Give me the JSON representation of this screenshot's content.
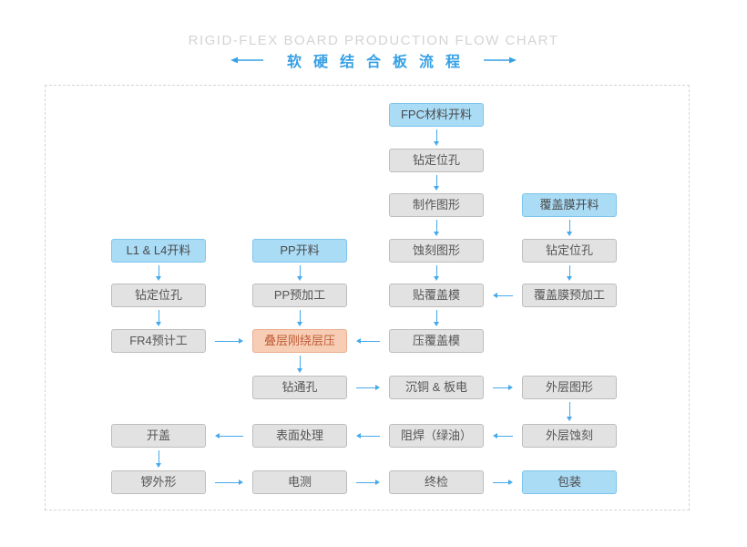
{
  "header": {
    "title_en": "RIGID-FLEX BOARD PRODUCTION FLOW CHART",
    "title_cn": "软硬结合板流程"
  },
  "colors": {
    "accent_blue": "#36a0e4",
    "arrow_blue": "#45a9ec",
    "title_en_gray": "#d4d4d4",
    "node_blue_bg": "#aadcf6",
    "node_blue_border": "#7ec5ee",
    "node_gray_bg": "#e2e2e2",
    "node_gray_border": "#bdbdbd",
    "node_orange_bg": "#f7ceb5",
    "node_orange_border": "#e9ae8e",
    "node_orange_text": "#c05c39",
    "frame_dashed": "#d4d4d4"
  },
  "flowchart": {
    "type": "flowchart",
    "nodes": [
      {
        "id": "fpc-cut",
        "label": "FPC材料开料",
        "col": 2,
        "row": 0,
        "style": "start"
      },
      {
        "id": "drill-pilot-center",
        "label": "钻定位孔",
        "col": 2,
        "row": 1,
        "style": "process"
      },
      {
        "id": "make-pattern",
        "label": "制作图形",
        "col": 2,
        "row": 2,
        "style": "process"
      },
      {
        "id": "coverlay-cut",
        "label": "覆盖膜开料",
        "col": 3,
        "row": 2,
        "style": "start"
      },
      {
        "id": "etch-pattern",
        "label": "蚀刻图形",
        "col": 2,
        "row": 3,
        "style": "process"
      },
      {
        "id": "drill-pilot-right",
        "label": "钻定位孔",
        "col": 3,
        "row": 3,
        "style": "process"
      },
      {
        "id": "l1l4-cut",
        "label": "L1 & L4开料",
        "col": 0,
        "row": 3,
        "style": "start"
      },
      {
        "id": "pp-cut",
        "label": "PP开料",
        "col": 1,
        "row": 3,
        "style": "start"
      },
      {
        "id": "drill-pilot-left",
        "label": "钻定位孔",
        "col": 0,
        "row": 4,
        "style": "process"
      },
      {
        "id": "pp-preprocess",
        "label": "PP预加工",
        "col": 1,
        "row": 4,
        "style": "process"
      },
      {
        "id": "apply-coverlay",
        "label": "贴覆盖模",
        "col": 2,
        "row": 4,
        "style": "process"
      },
      {
        "id": "coverlay-preprocess",
        "label": "覆盖膜预加工",
        "col": 3,
        "row": 4,
        "style": "process"
      },
      {
        "id": "fr4-preprocess",
        "label": "FR4预计工",
        "col": 0,
        "row": 5,
        "style": "process"
      },
      {
        "id": "lamination",
        "label": "叠层刚绕层压",
        "col": 1,
        "row": 5,
        "style": "highlight"
      },
      {
        "id": "press-coverlay",
        "label": "压覆盖模",
        "col": 2,
        "row": 5,
        "style": "process"
      },
      {
        "id": "drill-through",
        "label": "钻通孔",
        "col": 1,
        "row": 6,
        "style": "process"
      },
      {
        "id": "copper-plating",
        "label": "沉铜 & 板电",
        "col": 2,
        "row": 6,
        "style": "process"
      },
      {
        "id": "outer-pattern",
        "label": "外层图形",
        "col": 3,
        "row": 6,
        "style": "process"
      },
      {
        "id": "decap",
        "label": "开盖",
        "col": 0,
        "row": 7,
        "style": "process"
      },
      {
        "id": "surface-finish",
        "label": "表面处理",
        "col": 1,
        "row": 7,
        "style": "process"
      },
      {
        "id": "solder-mask",
        "label": "阻焊（绿油）",
        "col": 2,
        "row": 7,
        "style": "process"
      },
      {
        "id": "outer-etch",
        "label": "外层蚀刻",
        "col": 3,
        "row": 7,
        "style": "process"
      },
      {
        "id": "routing",
        "label": "锣外形",
        "col": 0,
        "row": 8,
        "style": "process"
      },
      {
        "id": "e-test",
        "label": "电测",
        "col": 1,
        "row": 8,
        "style": "process"
      },
      {
        "id": "final-inspection",
        "label": "终检",
        "col": 2,
        "row": 8,
        "style": "process"
      },
      {
        "id": "packing",
        "label": "包装",
        "col": 3,
        "row": 8,
        "style": "start"
      }
    ],
    "edges": [
      {
        "from": "fpc-cut",
        "to": "drill-pilot-center"
      },
      {
        "from": "drill-pilot-center",
        "to": "make-pattern"
      },
      {
        "from": "make-pattern",
        "to": "etch-pattern"
      },
      {
        "from": "coverlay-cut",
        "to": "drill-pilot-right"
      },
      {
        "from": "etch-pattern",
        "to": "apply-coverlay"
      },
      {
        "from": "drill-pilot-right",
        "to": "coverlay-preprocess"
      },
      {
        "from": "l1l4-cut",
        "to": "drill-pilot-left"
      },
      {
        "from": "pp-cut",
        "to": "pp-preprocess"
      },
      {
        "from": "coverlay-preprocess",
        "to": "apply-coverlay"
      },
      {
        "from": "drill-pilot-left",
        "to": "fr4-preprocess"
      },
      {
        "from": "pp-preprocess",
        "to": "lamination"
      },
      {
        "from": "apply-coverlay",
        "to": "press-coverlay"
      },
      {
        "from": "fr4-preprocess",
        "to": "lamination"
      },
      {
        "from": "press-coverlay",
        "to": "lamination"
      },
      {
        "from": "lamination",
        "to": "drill-through"
      },
      {
        "from": "drill-through",
        "to": "copper-plating"
      },
      {
        "from": "copper-plating",
        "to": "outer-pattern"
      },
      {
        "from": "outer-pattern",
        "to": "outer-etch"
      },
      {
        "from": "outer-etch",
        "to": "solder-mask"
      },
      {
        "from": "solder-mask",
        "to": "surface-finish"
      },
      {
        "from": "surface-finish",
        "to": "decap"
      },
      {
        "from": "decap",
        "to": "routing"
      },
      {
        "from": "routing",
        "to": "e-test"
      },
      {
        "from": "e-test",
        "to": "final-inspection"
      },
      {
        "from": "final-inspection",
        "to": "packing"
      }
    ]
  }
}
